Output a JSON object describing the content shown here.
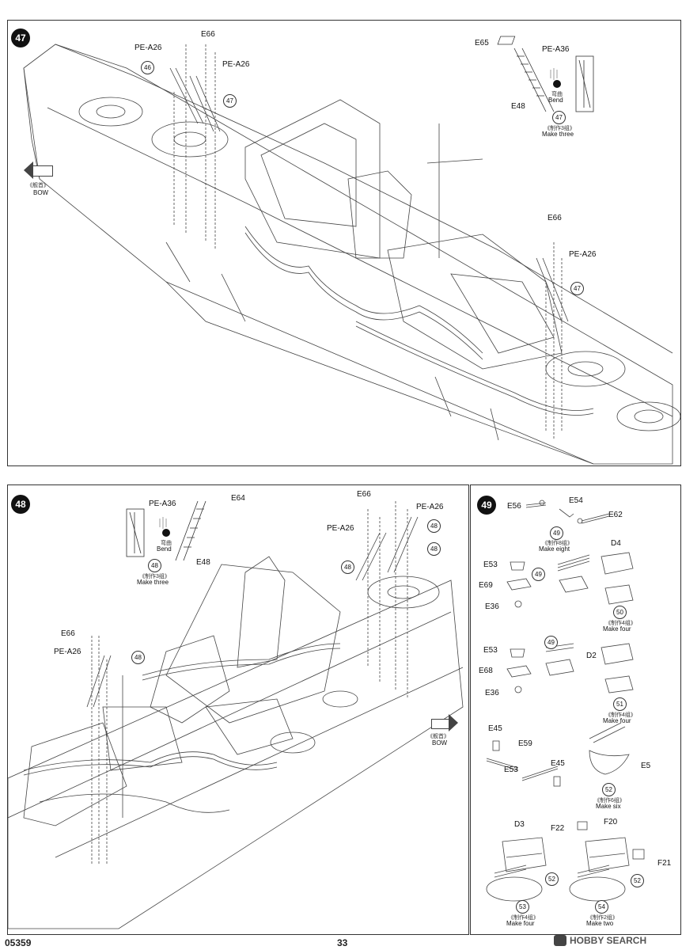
{
  "steps": {
    "s47": "47",
    "s48": "48",
    "s49": "49"
  },
  "panel47": {
    "parts": {
      "e66_top": "E66",
      "pea26_left": "PE-A26",
      "pea26_right": "PE-A26",
      "c46": "46",
      "c47_top": "47",
      "e66_right": "E66",
      "pea26_far": "PE-A26",
      "c47_right": "47"
    },
    "bow": {
      "cn": "《舰首》",
      "en": "BOW"
    },
    "inset": {
      "e65": "E65",
      "pea36": "PE-A36",
      "e48": "E48",
      "bend_cn": "弯曲",
      "bend_en": "Bend",
      "circle": "47",
      "make_cn": "《制作3组》",
      "make_en": "Make three"
    }
  },
  "panel48": {
    "parts": {
      "e66_a": "E66",
      "pea26_a": "PE-A26",
      "c48_a": "48",
      "pea26_b": "PE-A26",
      "c48_b": "48",
      "c48_c": "48",
      "e66_left": "E66",
      "pea26_left": "PE-A26",
      "c48_left": "48"
    },
    "bow": {
      "cn": "《舰首》",
      "en": "BOW"
    },
    "inset": {
      "pea36": "PE-A36",
      "e64": "E64",
      "e48": "E48",
      "bend_cn": "弯曲",
      "bend_en": "Bend",
      "circle": "48",
      "make_cn": "《制作3组》",
      "make_en": "Make three"
    }
  },
  "panel49": {
    "row1": {
      "e56": "E56",
      "e54": "E54",
      "e62": "E62",
      "circle": "49",
      "make_cn": "《制作8组》",
      "make_en": "Make eight"
    },
    "row2": {
      "e53": "E53",
      "e69": "E69",
      "e36": "E36",
      "c49": "49",
      "d4": "D4",
      "circle": "50",
      "make_cn": "《制作4组》",
      "make_en": "Make four"
    },
    "row3": {
      "e53": "E53",
      "e68": "E68",
      "e36": "E36",
      "c49": "49",
      "d2": "D2",
      "circle": "51",
      "make_cn": "《制作4组》",
      "make_en": "Make four"
    },
    "row4": {
      "e45a": "E45",
      "e59": "E59",
      "e53": "E53",
      "e45b": "E45",
      "e5": "E5",
      "circle": "52",
      "make_cn": "《制作6组》",
      "make_en": "Make six"
    },
    "row5": {
      "d3": "D3",
      "f22": "F22",
      "f20": "F20",
      "f21": "F21",
      "c52a": "52",
      "c52b": "52",
      "c53": "53",
      "make53_cn": "《制作4组》",
      "make53_en": "Make four",
      "c54": "54",
      "make54_cn": "《制作2组》",
      "make54_en": "Make two"
    }
  },
  "footer": {
    "code": "05359",
    "page": "33",
    "watermark": "HOBBY SEARCH"
  }
}
